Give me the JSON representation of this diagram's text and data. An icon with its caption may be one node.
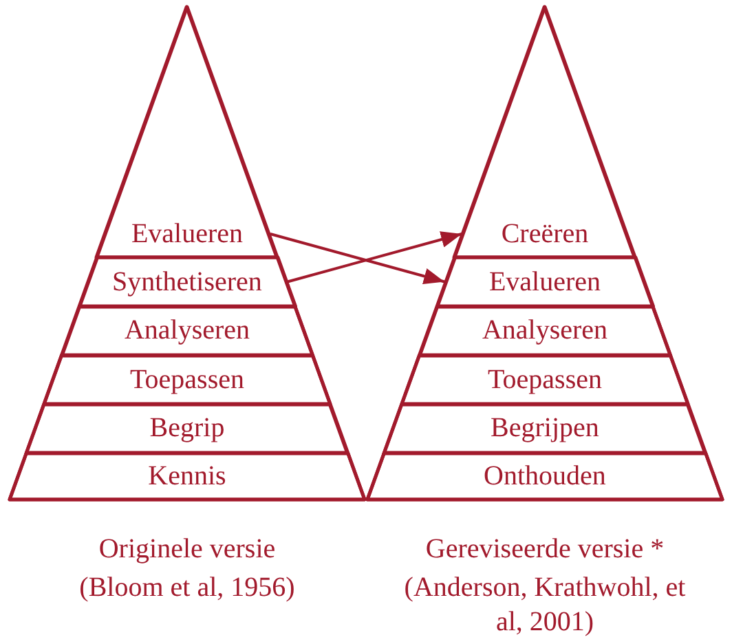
{
  "diagram": {
    "nodes": [
      {
        "text": [],
        "shape": "triangle"
      },
      {
        "text": [
          "Evalueren"
        ],
        "in": 0
      },
      {
        "text": [
          "Synthetiseren"
        ],
        "in": 0
      },
      {
        "text": [
          "Analyseren"
        ],
        "in": 0
      },
      {
        "text": [
          "Toepassen"
        ],
        "in": 0
      },
      {
        "text": [
          "Begrip"
        ],
        "in": 0
      },
      {
        "text": [
          "Kennis"
        ],
        "in": 0
      },
      {
        "text": [],
        "shape": "triangle"
      },
      {
        "text": [
          "Creëren"
        ],
        "in": 7
      },
      {
        "text": [
          "Evalueren"
        ],
        "in": 7
      },
      {
        "text": [
          "Analyseren"
        ],
        "in": 7
      },
      {
        "text": [
          "Toepassen"
        ],
        "in": 7
      },
      {
        "text": [
          "Begrijpen"
        ],
        "in": 7
      },
      {
        "text": [
          "Onthouden"
        ],
        "in": 7
      }
    ],
    "edges": [
      {
        "from": 1,
        "to": 9,
        "arrow": "to"
      },
      {
        "from": 2,
        "to": 8,
        "arrow": "to"
      }
    ],
    "labels": [
      "Originele versie",
      "(Bloom et al, 1956)",
      "Gereviseerde versie *",
      "(Anderson, Krathwohl, et al, 2001)"
    ]
  }
}
